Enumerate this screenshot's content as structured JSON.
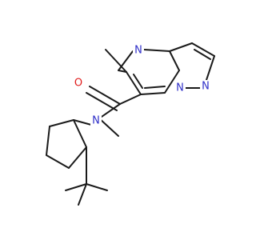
{
  "colors": {
    "bond": "#1a1a1a",
    "nitrogen": "#2f2fc8",
    "oxygen": "#e01a1a",
    "background": "#ffffff"
  },
  "atom_labels": {
    "n_pyrimidine": "N",
    "n_bridge": "N",
    "n_pyrazole": "N",
    "n_amide": "N",
    "o_carbonyl": "O"
  }
}
